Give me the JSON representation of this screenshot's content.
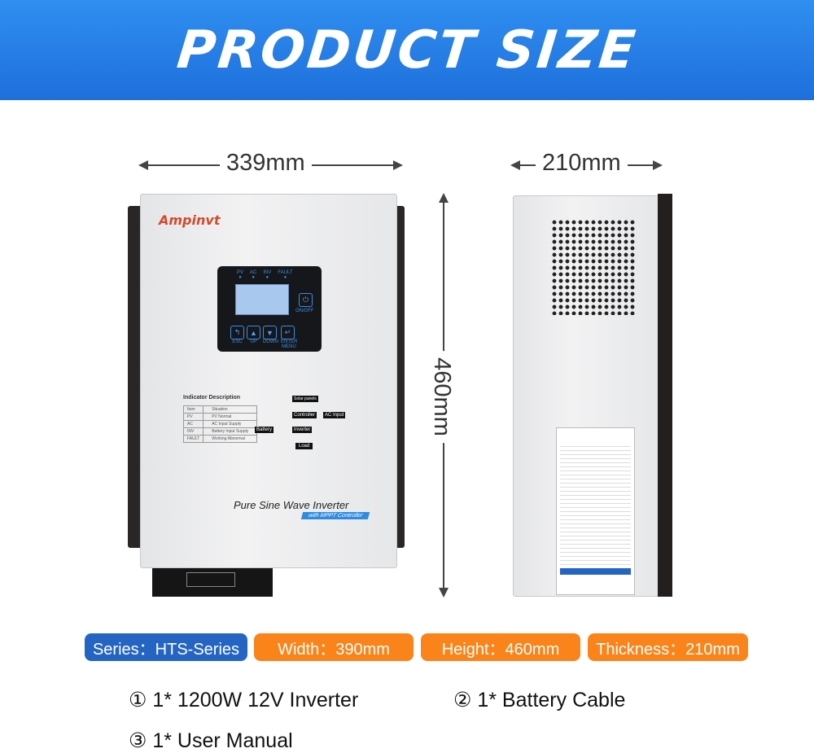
{
  "header": {
    "title": "PRODUCT SIZE",
    "color": "#1f6fdc"
  },
  "dimensions": {
    "front_width": "339mm",
    "height": "460mm",
    "side_width": "210mm"
  },
  "front_panel": {
    "brand": "Ampinvt",
    "leds": [
      "PV",
      "AC",
      "INV",
      "FAULT"
    ],
    "power_button": "ON/OFF",
    "buttons": [
      "ESC",
      "UP",
      "DOWN",
      "ENTER MENU"
    ],
    "indicator_title": "Indicator Description",
    "indicator_table": [
      [
        "Item",
        "Situation"
      ],
      [
        "PV",
        "PV Normal"
      ],
      [
        "AC",
        "AC Input Supply"
      ],
      [
        "INV",
        "Battery Input Supply"
      ],
      [
        "FAULT",
        "Working Abnormal"
      ]
    ],
    "flow": {
      "solar": "Solar panels",
      "controller": "Controller",
      "ac_input": "AC Input",
      "battery": "Battery",
      "inverter": "Inverter",
      "load": "Load"
    },
    "product_name": "Pure Sine Wave Inverter",
    "subtitle": "with MPPT Controller"
  },
  "specs": [
    {
      "label": "Series：HTS-Series",
      "color": "#2465c4"
    },
    {
      "label": "Width：390mm",
      "color": "#fa8419"
    },
    {
      "label": "Height：460mm",
      "color": "#fa8419"
    },
    {
      "label": "Thickness：210mm",
      "color": "#fa8419"
    }
  ],
  "package": [
    "① 1* 1200W 12V Inverter",
    "② 1* Battery Cable",
    "③ 1* User Manual"
  ]
}
